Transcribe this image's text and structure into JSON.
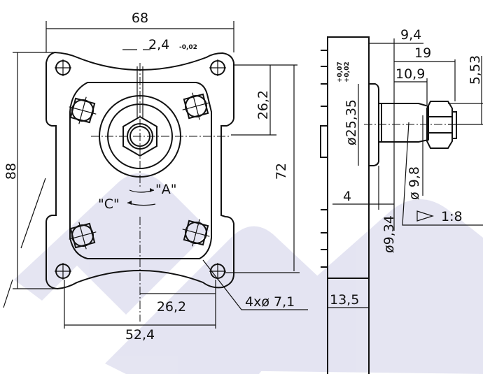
{
  "front_view": {
    "width": "68",
    "height": "88",
    "key_width": "2,4",
    "key_tol": "-0,02",
    "upper_offset": "26,2",
    "hole_spacing_v": "72",
    "lower_offset": "26,2",
    "hole_spacing_h": "52,4",
    "holes": "4xø 7,1",
    "rotation_a": "\"A\"",
    "rotation_c": "\"C\""
  },
  "side_view": {
    "dim_9_4": "9,4",
    "dim_19": "19",
    "dim_10_9": "10,9",
    "dim_5_53": "5,53",
    "pilot_dia": "ø25,35",
    "pilot_tol_upper": "+0,07",
    "pilot_tol_lower": "+0,02",
    "dim_4": "4",
    "shaft_dia_base": "ø9,34",
    "shaft_dia": "ø 9,8",
    "taper": "1:8",
    "thickness": "13,5"
  },
  "watermark_color": "#dcdcee"
}
